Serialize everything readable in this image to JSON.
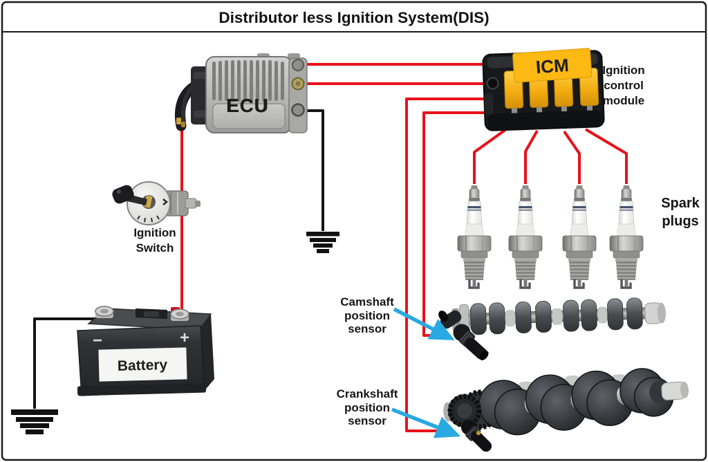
{
  "title": "Distributor less Ignition System(DIS)",
  "ecu": {
    "label": "ECU"
  },
  "icm": {
    "label": "ICM",
    "caption": [
      "Ignition",
      "control",
      "module"
    ]
  },
  "spark_plugs": {
    "caption": [
      "Spark",
      "plugs"
    ],
    "count": 4
  },
  "ignition_switch": {
    "caption": [
      "Ignition",
      "Switch"
    ]
  },
  "battery": {
    "label": "Battery",
    "negative": "−",
    "positive": "+"
  },
  "camshaft_sensor": {
    "caption": [
      "Camshaft",
      "position",
      "sensor"
    ]
  },
  "crankshaft_sensor": {
    "caption": [
      "Crankshaft",
      "position",
      "sensor"
    ]
  },
  "wiring": [
    {
      "path": "Battery + → Ignition Switch → ECU",
      "color": "red"
    },
    {
      "path": "ECU → ICM",
      "color": "red",
      "count": 2
    },
    {
      "path": "ICM → Spark plugs",
      "color": "red",
      "count": 4
    },
    {
      "path": "ICM → Camshaft position sensor",
      "color": "red"
    },
    {
      "path": "ICM → Crankshaft position sensor",
      "color": "red"
    },
    {
      "path": "ECU → ground",
      "color": "black"
    },
    {
      "path": "Battery − → ground",
      "color": "black"
    }
  ],
  "colors": {
    "power_wire_red": "#e8111a",
    "ground_wire_black": "#141414",
    "pointer_arrow_blue": "#29a9e1",
    "icm_yellow": "#fcb813",
    "background": "#ffffff",
    "border": "#1a1a1a"
  }
}
